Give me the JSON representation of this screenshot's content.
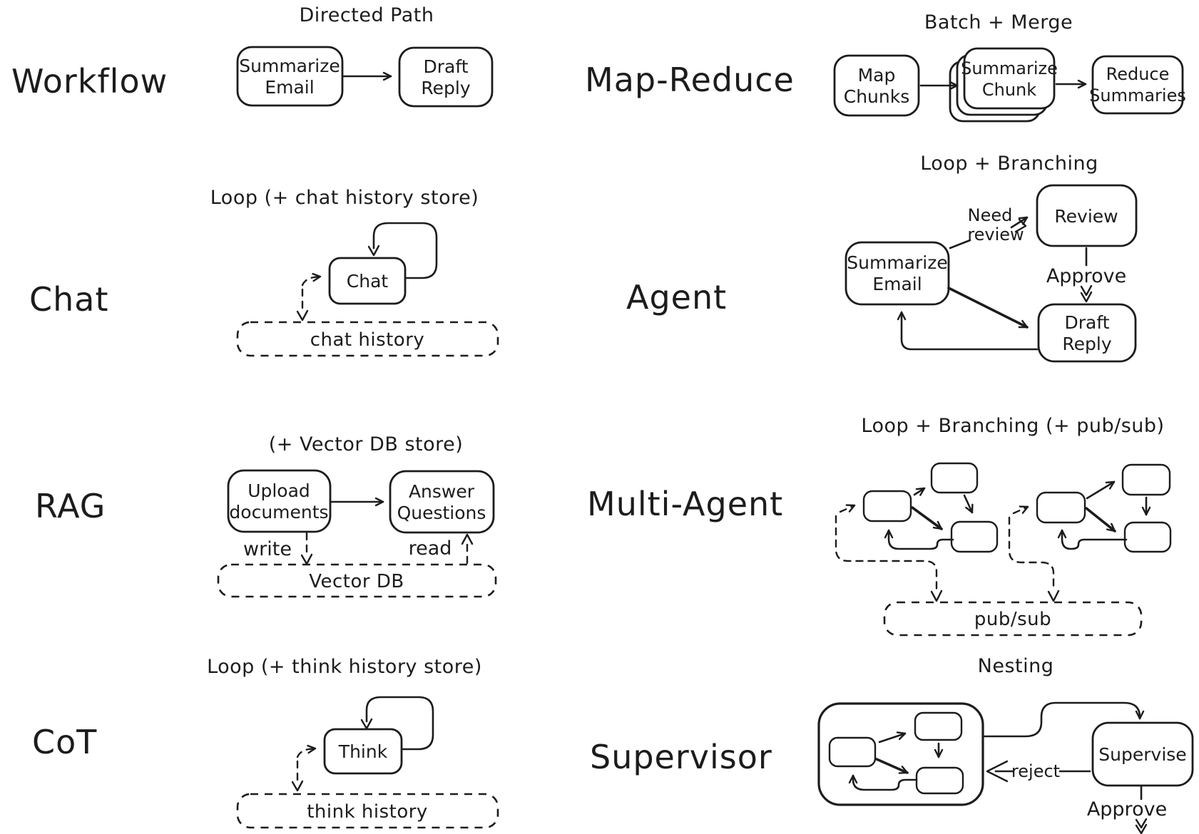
{
  "colors": {
    "ink": "#1c1c1c",
    "background": "#ffffff"
  },
  "sections": {
    "workflow": {
      "label": "Workflow",
      "caption": "Directed Path",
      "node_summarize_l1": "Summarize",
      "node_summarize_l2": "Email",
      "node_draft_l1": "Draft",
      "node_draft_l2": "Reply"
    },
    "map_reduce": {
      "label": "Map-Reduce",
      "caption": "Batch + Merge",
      "node_map_l1": "Map",
      "node_map_l2": "Chunks",
      "node_chunk_l1": "Summarize",
      "node_chunk_l2": "Chunk",
      "node_reduce_l1": "Reduce",
      "node_reduce_l2": "Summaries"
    },
    "chat": {
      "label": "Chat",
      "caption": "Loop (+ chat history store)",
      "node_chat": "Chat",
      "store": "chat history"
    },
    "agent": {
      "label": "Agent",
      "caption": "Loop + Branching",
      "node_summarize_l1": "Summarize",
      "node_summarize_l2": "Email",
      "node_review": "Review",
      "node_draft_l1": "Draft",
      "node_draft_l2": "Reply",
      "edge_need_l1": "Need",
      "edge_need_l2": "review",
      "edge_approve": "Approve"
    },
    "rag": {
      "label": "RAG",
      "caption": "(+ Vector DB store)",
      "node_upload_l1": "Upload",
      "node_upload_l2": "documents",
      "node_answer_l1": "Answer",
      "node_answer_l2": "Questions",
      "edge_write": "write",
      "edge_read": "read",
      "store": "Vector DB"
    },
    "multi_agent": {
      "label": "Multi-Agent",
      "caption": "Loop + Branching (+ pub/sub)",
      "store": "pub/sub"
    },
    "cot": {
      "label": "CoT",
      "caption": "Loop (+ think history store)",
      "node_think": "Think",
      "store": "think history"
    },
    "supervisor": {
      "label": "Supervisor",
      "caption": "Nesting",
      "node_supervise": "Supervise",
      "edge_reject": "reject",
      "edge_approve": "Approve"
    }
  }
}
